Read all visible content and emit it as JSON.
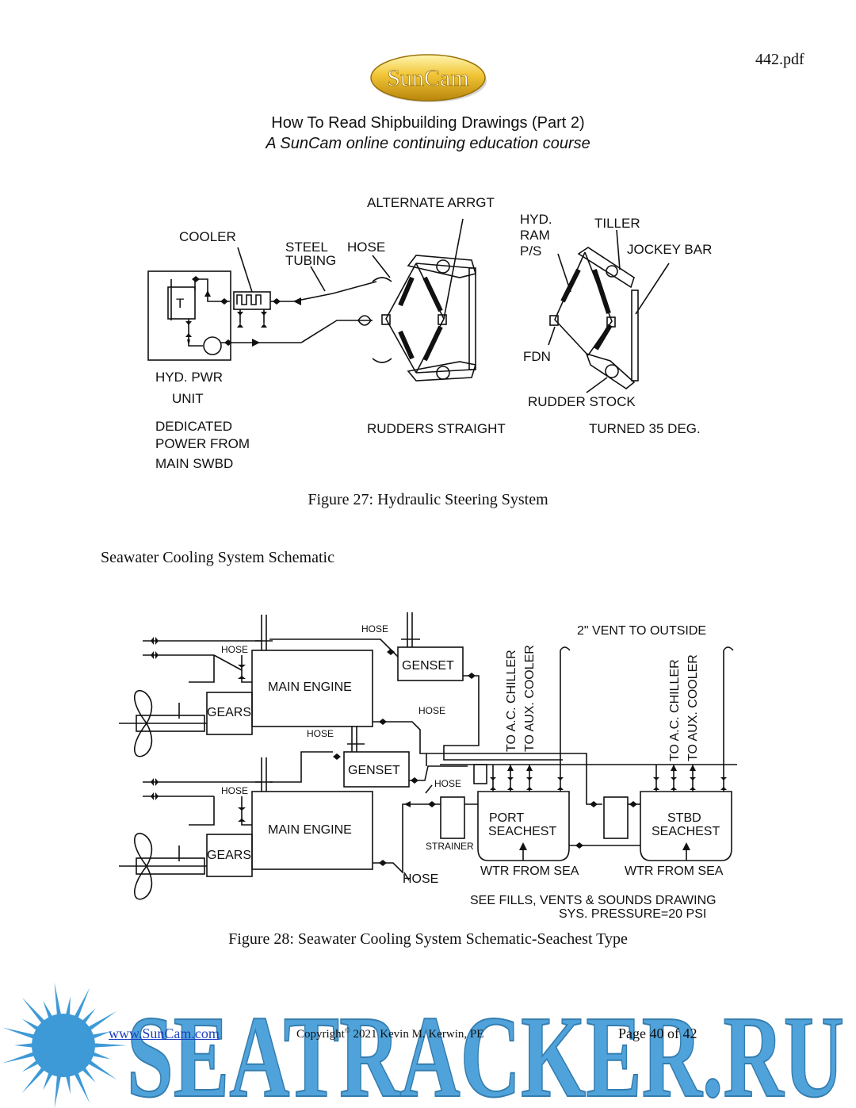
{
  "header": {
    "file_name": "442.pdf",
    "logo_text": "SunCam",
    "course_title": "How To Read Shipbuilding Drawings (Part 2)",
    "course_subtitle": "A SunCam online continuing education course"
  },
  "figure27": {
    "caption": "Figure 27: Hydraulic Steering System",
    "labels": {
      "cooler": "COOLER",
      "steel": "STEEL",
      "tubing": "TUBING",
      "hose": "HOSE",
      "alternate": "ALTERNATE ARRGT",
      "hyd": "HYD.",
      "ram": "RAM",
      "ps": "P/S",
      "tiller": "TILLER",
      "jockey": "JOCKEY BAR",
      "fdn": "FDN",
      "rudder_stock": "RUDDER STOCK",
      "tank": "T",
      "hyd_pwr": "HYD. PWR",
      "unit": "UNIT",
      "dedicated": "DEDICATED",
      "power_from": "POWER FROM",
      "main_swbd": "MAIN SWBD",
      "rudders_straight": "RUDDERS STRAIGHT",
      "turned": "TURNED 35 DEG."
    }
  },
  "section_heading": "Seawater Cooling System Schematic",
  "figure28": {
    "caption": "Figure 28: Seawater Cooling System Schematic-Seachest Type",
    "labels": {
      "hose": "HOSE",
      "main_engine": "MAIN ENGINE",
      "gears": "GEARS",
      "genset": "GENSET",
      "vent": "2\" VENT TO OUTSIDE",
      "to_ac": "TO A.C. CHILLER",
      "to_aux": "TO AUX. COOLER",
      "port": "PORT",
      "stbd": "STBD",
      "seachest": "SEACHEST",
      "strainer": "STRAINER",
      "wtr": "WTR FROM SEA",
      "see_fills": "SEE FILLS, VENTS & SOUNDS DRAWING",
      "sys_pressure": "SYS. PRESSURE=20 PSI"
    }
  },
  "footer": {
    "website": "www.SunCam.com",
    "copyright": "Copyright",
    "copyright_mark": "©",
    "copyright_rest": " 2021 Kevin M. Kerwin, PE",
    "page": "Page 40 of 42"
  },
  "watermark": {
    "text": "SEATRACKER.RU",
    "color": "#3e9ad6"
  }
}
